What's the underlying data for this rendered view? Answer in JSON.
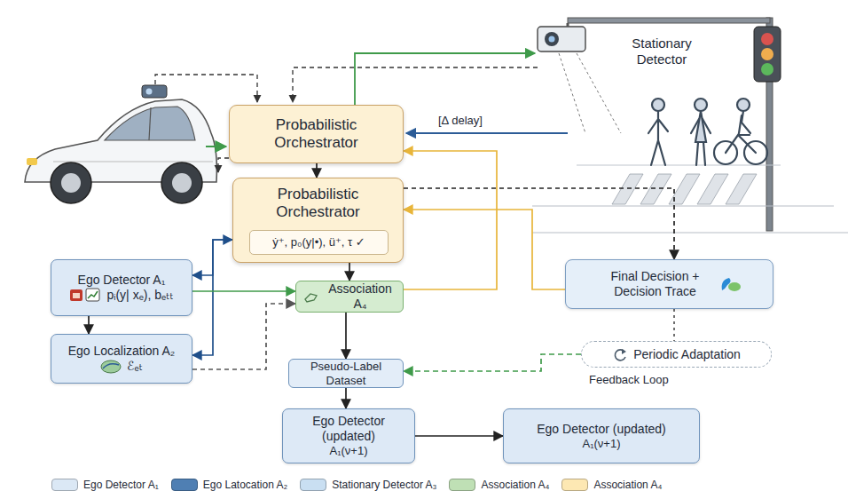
{
  "diagram": {
    "nodes": [
      {
        "text": [
          "Probabilistic Orchestrator"
        ]
      },
      {
        "text": [
          "Probabilistic Orchestrator"
        ]
      },
      {
        "text": [
          "ẏ⁺, p₀(y|•), ü⁺, τ ✓"
        ],
        "in": 1
      },
      {
        "text": [
          "Ego Detector A₁",
          "pᵢ(y| xₑ), bₑₜₜ"
        ]
      },
      {
        "text": [
          "Ego Localization A₂",
          "ℰₑₜ"
        ]
      },
      {
        "text": [
          "Association A₄"
        ]
      },
      {
        "text": [
          "Final Decision + Decision Trace"
        ]
      },
      {
        "text": [
          "Periodic Adaptation"
        ]
      },
      {
        "text": [
          "Pseudo-Label Dataset"
        ]
      },
      {
        "text": [
          "Ego Detector (updated)",
          "A₁(ν+1)"
        ]
      },
      {
        "text": [
          "Ego Detector (updated)",
          "A₁(ν+1)"
        ]
      }
    ],
    "edges": [
      {
        "from": 0,
        "to": 1,
        "arrow": "to"
      },
      {
        "from": 1,
        "to": 5,
        "arrow": "to"
      },
      {
        "from": 5,
        "to": 8,
        "arrow": "to"
      },
      {
        "from": 8,
        "to": 9,
        "arrow": "to"
      },
      {
        "from": 9,
        "to": 10,
        "arrow": "to"
      },
      {
        "from": 3,
        "to": 4,
        "arrow": "to"
      },
      {
        "from": 1,
        "to": 3,
        "arrow": "both"
      },
      {
        "from": 1,
        "to": 4,
        "arrow": "to"
      },
      {
        "from": 3,
        "to": 5,
        "arrow": "to"
      },
      {
        "from": 4,
        "to": 5,
        "arrow": "to"
      },
      {
        "from": 5,
        "to": 0,
        "arrow": "to"
      },
      {
        "from": 6,
        "to": 1,
        "arrow": "to"
      },
      {
        "from": 1,
        "to": 6,
        "arrow": "to"
      },
      {
        "from": 6,
        "to": 7,
        "arrow": "none"
      },
      {
        "from": 7,
        "to": 8,
        "arrow": "to"
      }
    ],
    "labels": [
      "Stationary Detector",
      "[Δ delay]",
      "Feedback Loop"
    ],
    "legend": [
      {
        "text": "Ego Detector A₁",
        "color": "#dbe8f5"
      },
      {
        "text": "Ego Latocation A₂",
        "color": "#4f7fb3"
      },
      {
        "text": "Stationary Detector A₃",
        "color": "#c9dff2"
      },
      {
        "text": "Association A₄",
        "color": "#bfe0b5"
      },
      {
        "text": "Association A₄",
        "color": "#fde8b3"
      }
    ]
  }
}
